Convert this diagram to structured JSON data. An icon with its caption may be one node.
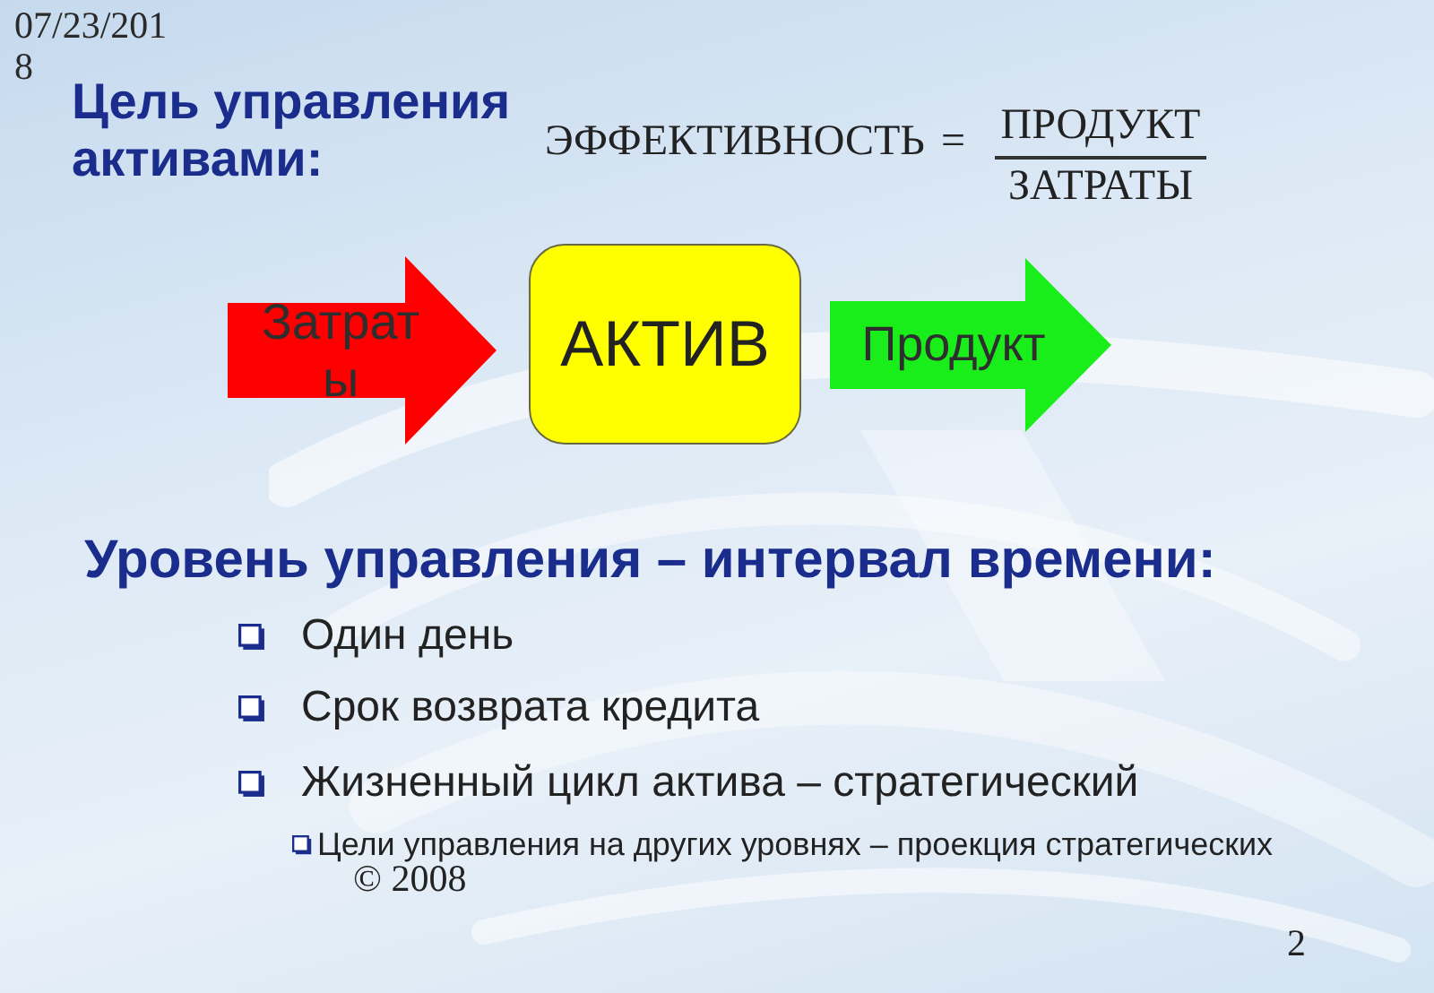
{
  "diagram": {
    "title": "Цель управления активами:",
    "nodes": [
      {
        "text": [
          "Затраты"
        ]
      },
      {
        "text": [
          "АКТИВ"
        ]
      },
      {
        "text": [
          "Продукт"
        ]
      }
    ],
    "labels": [
      "07/23/2018",
      "ЭФФЕКТИВНОСТЬ",
      "=",
      "ПРОДУКТ",
      "ЗАТРАТЫ",
      "Уровень управления – интервал времени:",
      "Один день",
      "Срок возврата кредита",
      "Жизненный цикл актива – стратегический",
      "Цели управления на других уровнях – проекция стратегических",
      "© 2008",
      "2"
    ]
  }
}
